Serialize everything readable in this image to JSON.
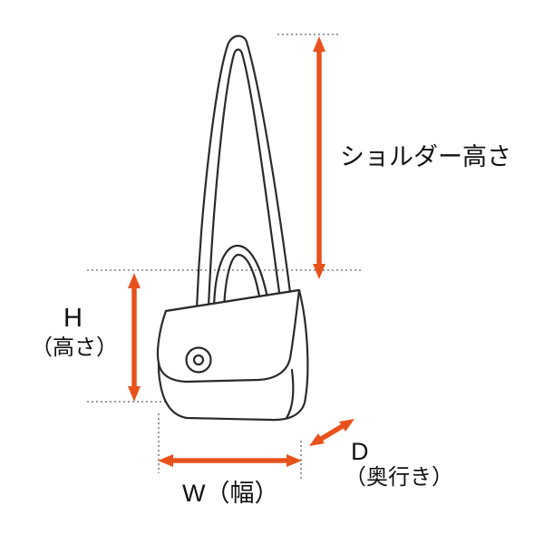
{
  "colors": {
    "accent": "#e8521c",
    "line": "#2a2a2a",
    "dotted": "#7f7f7f",
    "text": "#111111",
    "background": "#ffffff"
  },
  "labels": {
    "shoulder_height": "ショルダー高さ",
    "height_symbol": "H",
    "height_caption": "（高さ）",
    "width": "W（幅）",
    "depth_symbol": "D",
    "depth_caption": "（奥行き）"
  }
}
